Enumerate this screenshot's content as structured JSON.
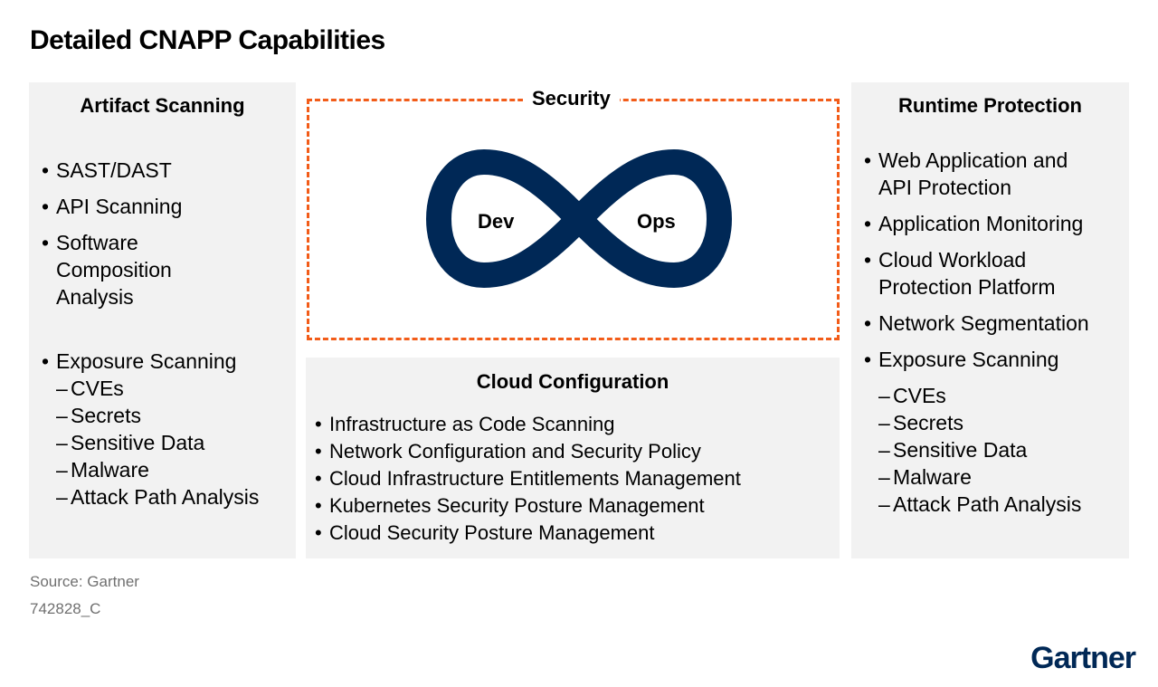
{
  "title": "Detailed CNAPP Capabilities",
  "left": {
    "title": "Artifact Scanning",
    "items": [
      "SAST/DAST",
      "API Scanning",
      "Software Composition Analysis",
      "Exposure Scanning"
    ],
    "subitems": [
      "CVEs",
      "Secrets",
      "Sensitive Data",
      "Malware",
      "Attack Path Analysis"
    ]
  },
  "center": {
    "security_label": "Security",
    "dev": "Dev",
    "ops": "Ops"
  },
  "cloud": {
    "title": "Cloud Configuration",
    "items": [
      "Infrastructure as Code Scanning",
      "Network Configuration and Security Policy",
      "Cloud Infrastructure Entitlements Management",
      "Kubernetes Security Posture Management",
      "Cloud Security Posture Management"
    ]
  },
  "right": {
    "title": "Runtime Protection",
    "items": [
      "Web Application and API Protection",
      "Application Monitoring",
      "Cloud Workload Protection Platform",
      "Network Segmentation",
      "Exposure Scanning"
    ],
    "subitems": [
      "CVEs",
      "Secrets",
      "Sensitive Data",
      "Malware",
      "Attack Path Analysis"
    ]
  },
  "footer": {
    "source": "Source: Gartner",
    "id": "742828_C",
    "logo": "Gartner"
  },
  "colors": {
    "panel": "#f2f2f2",
    "accent": "#f25c19",
    "navy": "#002856"
  }
}
